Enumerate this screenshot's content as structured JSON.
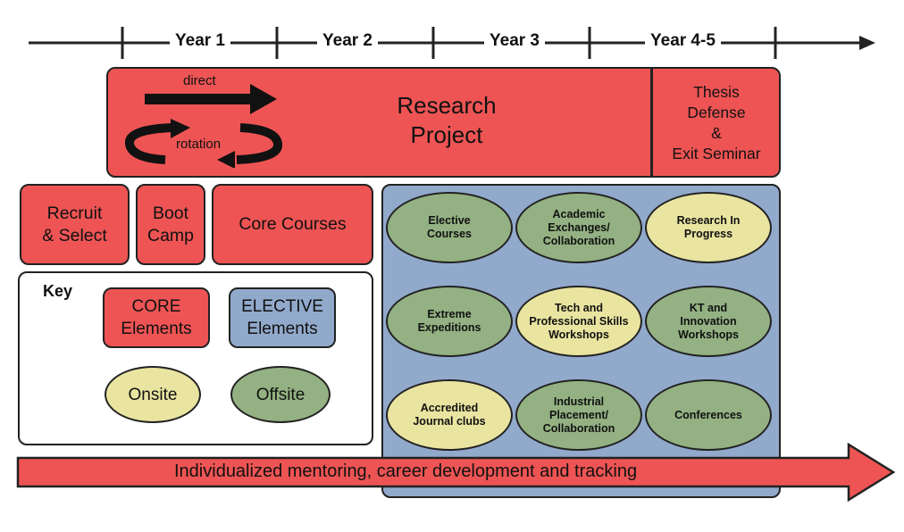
{
  "timeline": {
    "years": [
      "Year 1",
      "Year 2",
      "Year 3",
      "Year 4-5"
    ]
  },
  "research": {
    "title": "Research\nProject",
    "direct_label": "direct",
    "rotation_label": "rotation"
  },
  "thesis": {
    "label": "Thesis\nDefense\n&\nExit Seminar"
  },
  "core_blocks": {
    "recruit": "Recruit\n& Select",
    "bootcamp": "Boot\nCamp",
    "core_courses": "Core Courses"
  },
  "key": {
    "title": "Key",
    "core": "CORE\nElements",
    "elective": "ELECTIVE\nElements",
    "onsite": "Onsite",
    "offsite": "Offsite"
  },
  "electives": [
    {
      "label": "Elective\nCourses",
      "type": "offsite"
    },
    {
      "label": "Academic\nExchanges/\nCollaboration",
      "type": "offsite"
    },
    {
      "label": "Research In\nProgress",
      "type": "onsite"
    },
    {
      "label": "Extreme\nExpeditions",
      "type": "offsite"
    },
    {
      "label": "Tech and\nProfessional Skills\nWorkshops",
      "type": "onsite"
    },
    {
      "label": "KT and\nInnovation\nWorkshops",
      "type": "offsite"
    },
    {
      "label": "Accredited\nJournal clubs",
      "type": "onsite"
    },
    {
      "label": "Industrial\nPlacement/\nCollaboration",
      "type": "offsite"
    },
    {
      "label": "Conferences",
      "type": "offsite"
    }
  ],
  "mentoring": {
    "label": "Individualized mentoring, career development and tracking"
  },
  "colors": {
    "core": "#ee5454",
    "elective": "#91a9cb",
    "onsite": "#e9e4a0",
    "offsite": "#93b182"
  }
}
